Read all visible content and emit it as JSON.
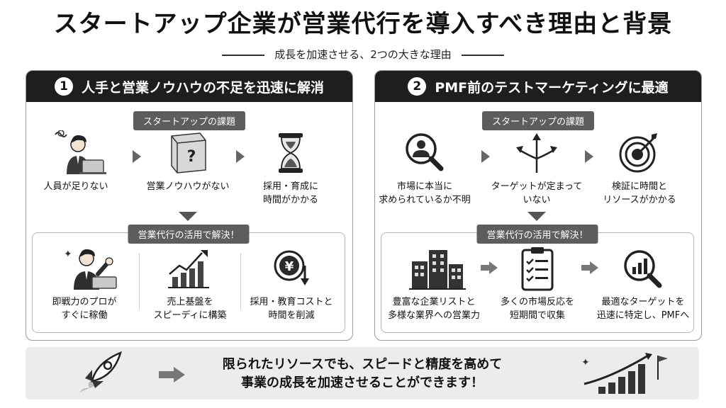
{
  "title": "スタートアップ企業が営業代行を導入すべき理由と背景",
  "subtitle": "成長を加速させる、2つの大きな理由",
  "reason1": {
    "number": "1",
    "heading": "人手と営業ノウハウの不足を迅速に解消",
    "issues_label": "スタートアップの課題",
    "issues": [
      {
        "line1": "人員が足りない",
        "line2": "",
        "icon": "stressed-worker-icon"
      },
      {
        "line1": "営業ノウハウがない",
        "line2": "",
        "icon": "question-book-icon"
      },
      {
        "line1": "採用・育成に",
        "line2": "時間がかかる",
        "icon": "hourglass-icon"
      }
    ],
    "solution_label": "営業代行の活用で解決！",
    "solutions": [
      {
        "line1": "即戦力のプロが",
        "line2": "すぐに稼働",
        "icon": "professional-worker-icon"
      },
      {
        "line1": "売上基盤を",
        "line2": "スピーディに構築",
        "icon": "growth-chart-icon"
      },
      {
        "line1": "採用・教育コストと",
        "line2": "時間を削減",
        "icon": "yen-reduction-icon"
      }
    ]
  },
  "reason2": {
    "number": "2",
    "heading": "PMF前のテストマーケティングに最適",
    "issues_label": "スタートアップの課題",
    "issues": [
      {
        "line1": "市場に本当に",
        "line2": "求められているか不明",
        "icon": "user-search-icon"
      },
      {
        "line1": "ターゲットが定まって",
        "line2": "いない",
        "icon": "diverging-arrows-icon"
      },
      {
        "line1": "検証に時間と",
        "line2": "リソースがかかる",
        "icon": "target-icon"
      }
    ],
    "solution_label": "営業代行の活用で解決！",
    "solutions": [
      {
        "line1": "豊富な企業リストと",
        "line2": "多様な業界への営業力",
        "icon": "buildings-icon"
      },
      {
        "line1": "多くの市場反応を",
        "line2": "短期間で収集",
        "icon": "clipboard-checklist-icon"
      },
      {
        "line1": "最適なターゲットを",
        "line2": "迅速に特定し、PMFへ",
        "icon": "chart-magnifier-icon"
      }
    ]
  },
  "conclusion": {
    "line1": "限られたリソースでも、スピードと精度を高めて",
    "line2": "事業の成長を加速させることができます！"
  },
  "colors": {
    "header_bg": "#1e1e1e",
    "tag_bg": "#5d5d5d",
    "bottom_bg": "#ececec",
    "accent": "#333333"
  }
}
